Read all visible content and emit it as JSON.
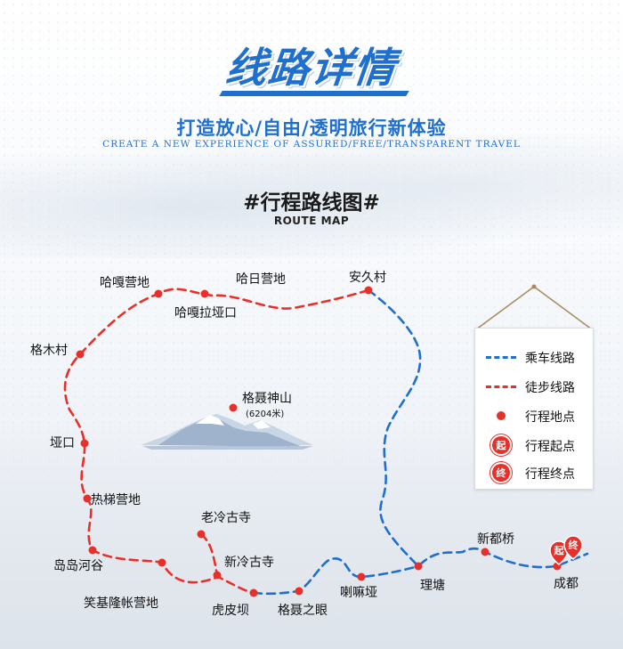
{
  "header": {
    "title": "线路详情",
    "subtitle": "打造放心/自由/透明旅行新体验",
    "subtitle_en": "CREATE A NEW EXPERIENCE OF ASSURED/FREE/TRANSPARENT TRAVEL"
  },
  "map": {
    "title": "#行程路线图#",
    "title_en": "ROUTE MAP",
    "mountain": {
      "name": "格聂神山",
      "elevation": "(6204米)"
    },
    "places": {
      "hagacamp": "哈嘎营地",
      "harcamp": "哈日营地",
      "anjiu": "安久村",
      "hagala": "哈嘎拉垭口",
      "gemu": "格木村",
      "yakou": "垭口",
      "reti": "热梯营地",
      "daodao": "岛岛河谷",
      "xiaoji": "笑基隆帐营地",
      "laoleng": "老冷古寺",
      "xinleng": "新冷古寺",
      "hupiba": "虎皮坝",
      "genie_eye": "格聂之眼",
      "lama": "喇嘛垭",
      "litang": "理塘",
      "xindu": "新都桥",
      "chengdu": "成都"
    },
    "start_pin": "起",
    "end_pin": "终"
  },
  "legend": {
    "drive": "乘车线路",
    "walk": "徒步线路",
    "point": "行程地点",
    "start": "行程起点",
    "end": "行程终点",
    "start_glyph": "起",
    "end_glyph": "终"
  },
  "colors": {
    "accent_blue": "#1f6fcf",
    "route_red": "#e8302b"
  }
}
